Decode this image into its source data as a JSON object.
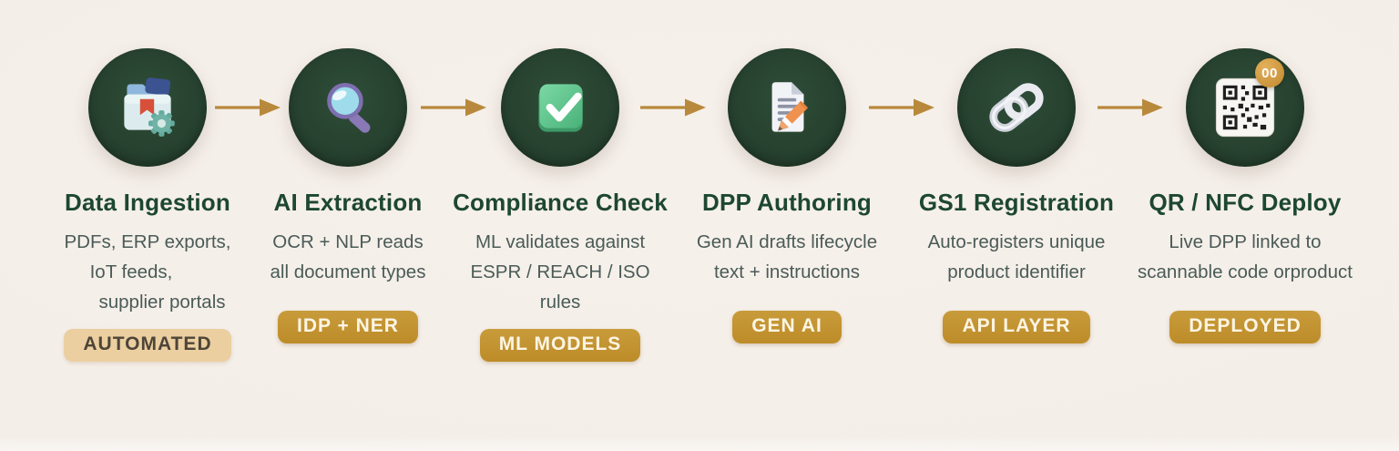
{
  "page": {
    "background_color": "#f4eee8",
    "accent_gold": "#b8893c",
    "circle_color": "#27422f",
    "title_color": "#1d4732",
    "description_color": "#4a5b57",
    "badge_gold_bg": "#c0912f",
    "badge_tan_bg": "#ebcfa0"
  },
  "steps": [
    {
      "title": "Data Ingestion",
      "icon": "folder-gear-icon",
      "desc_lines": [
        "PDFs, ERP exports,",
        "IoT feeds,",
        "supplier portals"
      ],
      "badge": "AUTOMATED",
      "badge_style": "tan"
    },
    {
      "title": "AI Extraction",
      "icon": "magnifier-icon",
      "desc_lines": [
        "OCR + NLP reads",
        "all document types"
      ],
      "badge": "IDP + NER",
      "badge_style": "gold"
    },
    {
      "title": "Compliance Check",
      "icon": "checkbox-icon",
      "desc_lines": [
        "ML validates against",
        "ESPR / REACH / ISO",
        "rules"
      ],
      "badge": "ML MODELS",
      "badge_style": "gold"
    },
    {
      "title": "DPP Authoring",
      "icon": "document-pencil-icon",
      "desc_lines": [
        "Gen AI drafts lifecycle",
        "text + instructions"
      ],
      "badge": "GEN AI",
      "badge_style": "gold"
    },
    {
      "title": "GS1 Registration",
      "icon": "chain-link-icon",
      "desc_lines": [
        "Auto-registers unique",
        "product identifier"
      ],
      "badge": "API LAYER",
      "badge_style": "gold"
    },
    {
      "title": "QR / NFC Deploy",
      "icon": "qr-code-icon",
      "qr_badge": "00",
      "desc_lines": [
        "Live DPP linked to",
        "scannable code orproduct"
      ],
      "badge": "DEPLOYED",
      "badge_style": "gold"
    }
  ]
}
